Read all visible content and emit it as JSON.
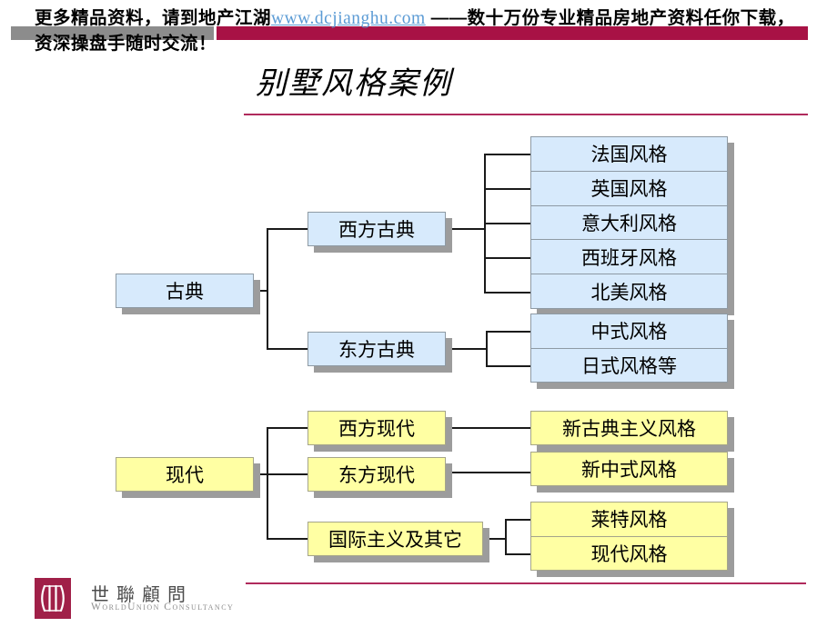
{
  "header": {
    "line1_prefix": "更多精品资料，请到地产江湖",
    "link_text": "www.dcjianghu.com",
    "line1_suffix": " ——数十万份专业精品房地产资料任你下载，",
    "line2": "资深操盘手随时交流！"
  },
  "title": "别墅风格案例",
  "tree": {
    "classical": "古典",
    "west_classical": "西方古典",
    "east_classical": "东方古典",
    "west_classical_children": [
      "法国风格",
      "英国风格",
      "意大利风格",
      "西班牙风格",
      "北美风格"
    ],
    "east_classical_children": [
      "中式风格",
      "日式风格等"
    ],
    "modern": "现代",
    "west_modern": "西方现代",
    "east_modern": "东方现代",
    "international": "国际主义及其它",
    "west_modern_child": "新古典主义风格",
    "east_modern_child": "新中式风格",
    "international_children": [
      "莱特风格",
      "现代风格"
    ]
  },
  "footer": {
    "logo_cn": "世聯顧問",
    "logo_en": "WorldUnion Consultancy"
  },
  "colors": {
    "accent_crimson": "#A81245",
    "rule_pink": "#B02A5C",
    "bar_gray": "#8C8C8C",
    "link_blue": "#5B9BD5",
    "classical_fill": "#D7EAFC",
    "modern_fill": "#FFFFA3",
    "shadow_gray": "#9C9C9C",
    "logo_crimson": "#A02048"
  }
}
